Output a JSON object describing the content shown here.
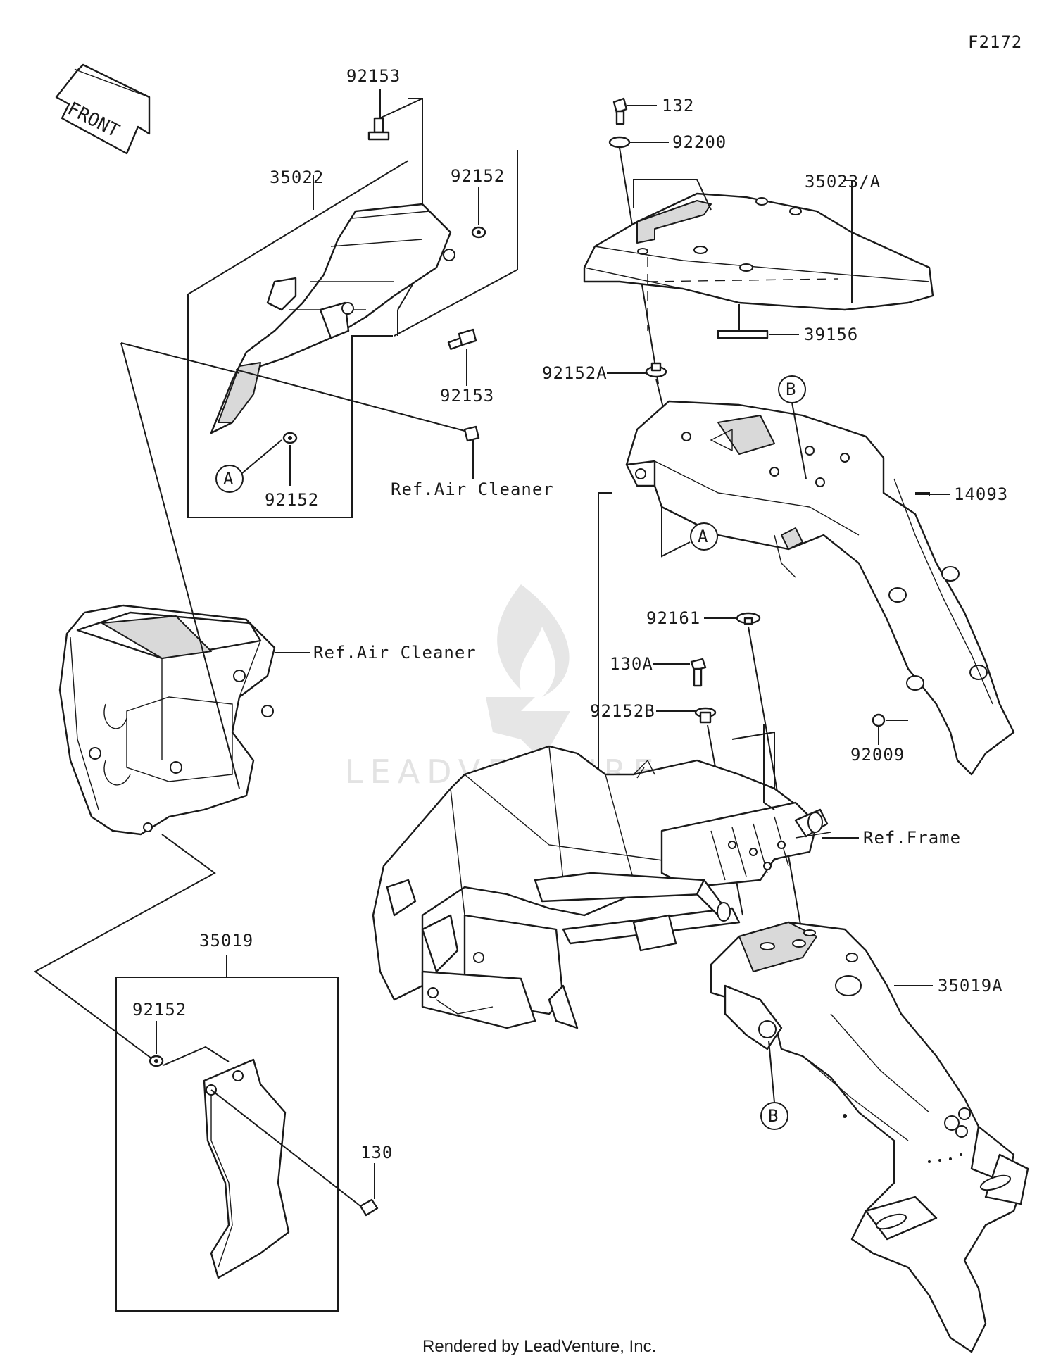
{
  "diagram_code": "F2172",
  "front_arrow_label": "FRONT",
  "watermark_text": "LEADVENTURE",
  "footer_text": "Rendered by LeadVenture, Inc.",
  "callouts": {
    "a": "A",
    "b": "B"
  },
  "parts": {
    "p92153_top": "92153",
    "p35022": "35022",
    "p92152_top": "92152",
    "p92153_mid": "92153",
    "p92152_left": "92152",
    "ref_air_cleaner_1": "Ref.Air Cleaner",
    "ref_air_cleaner_2": "Ref.Air Cleaner",
    "p132": "132",
    "p92200": "92200",
    "p35023a": "35023/A",
    "p39156": "39156",
    "p92152a": "92152A",
    "p14093": "14093",
    "p92161": "92161",
    "p130a": "130A",
    "p92152b": "92152B",
    "p92009": "92009",
    "ref_frame": "Ref.Frame",
    "p35019": "35019",
    "p92152_low": "92152",
    "p130": "130",
    "p35019a": "35019A"
  },
  "colors": {
    "line": "#1a1a1a",
    "shade": "#d9d9d9",
    "watermark": "#e3e3e3",
    "background": "#ffffff"
  }
}
